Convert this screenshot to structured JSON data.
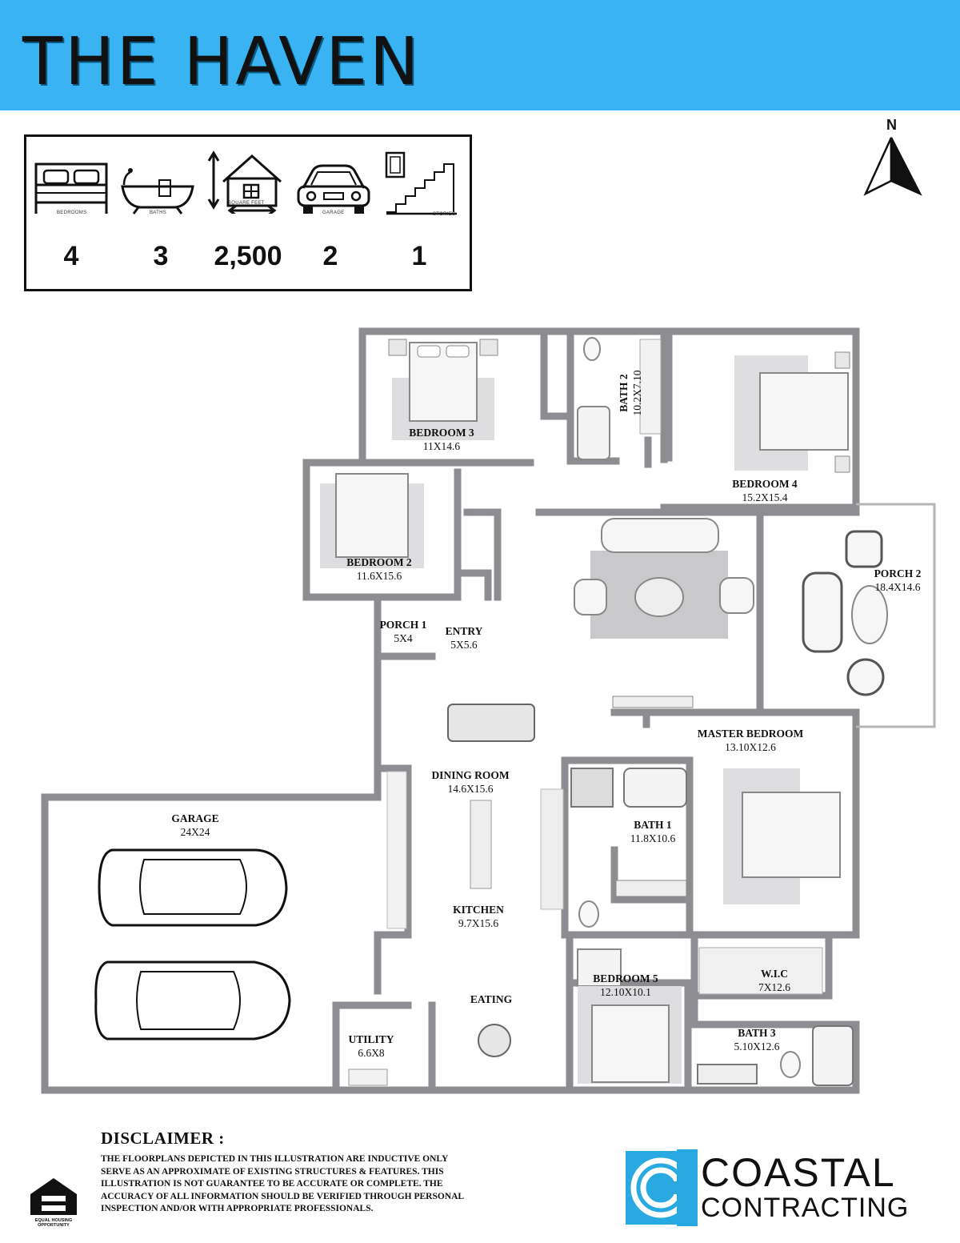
{
  "header": {
    "title": "THE HAVEN"
  },
  "stats": [
    {
      "icon": "bed-icon",
      "caption": "BEDROOMS",
      "value": "4"
    },
    {
      "icon": "bathtub-icon",
      "caption": "BATHS",
      "value": "3"
    },
    {
      "icon": "house-icon",
      "caption": "SQUARE FEET",
      "value": "2,500"
    },
    {
      "icon": "car-icon",
      "caption": "GARAGE",
      "value": "2"
    },
    {
      "icon": "stairs-icon",
      "caption": "STORIES",
      "value": "1"
    }
  ],
  "compass": {
    "label": "N"
  },
  "rooms": [
    {
      "name": "BEDROOM 3",
      "dim": "11X14.6"
    },
    {
      "name": "BATH 2",
      "dim": "10.2X7.10"
    },
    {
      "name": "BEDROOM 4",
      "dim": "15.2X15.4"
    },
    {
      "name": "BEDROOM 2",
      "dim": "11.6X15.6"
    },
    {
      "name": "PORCH 2",
      "dim": "18.4X14.6"
    },
    {
      "name": "PORCH 1",
      "dim": "5X4"
    },
    {
      "name": "ENTRY",
      "dim": "5X5.6"
    },
    {
      "name": "MASTER BEDROOM",
      "dim": "13.10X12.6"
    },
    {
      "name": "DINING ROOM",
      "dim": "14.6X15.6"
    },
    {
      "name": "GARAGE",
      "dim": "24X24"
    },
    {
      "name": "BATH 1",
      "dim": "11.8X10.6"
    },
    {
      "name": "KITCHEN",
      "dim": "9.7X15.6"
    },
    {
      "name": "W.I.C",
      "dim": "7X12.6"
    },
    {
      "name": "BEDROOM 5",
      "dim": "12.10X10.1"
    },
    {
      "name": "EATING",
      "dim": ""
    },
    {
      "name": "BATH 3",
      "dim": "5.10X12.6"
    },
    {
      "name": "UTILITY",
      "dim": "6.6X8"
    }
  ],
  "disclaimer": {
    "heading": "DISCLAIMER :",
    "body": "THE FLOORPLANS DEPICTED IN THIS ILLUSTRATION ARE INDUCTIVE ONLY SERVE AS AN APPROXIMATE OF EXISTING STRUCTURES & FEATURES. THIS ILLUSTRATION IS NOT GUARANTEE TO BE ACCURATE OR COMPLETE. THE ACCURACY OF ALL INFORMATION SHOULD BE VERIFIED THROUGH PERSONAL INSPECTION AND/OR WITH APPROPRIATE PROFESSIONALS."
  },
  "equal_housing": {
    "caption": "EQUAL HOUSING OPPORTUNITY"
  },
  "logo": {
    "line1": "COASTAL",
    "line2": "CONTRACTING"
  },
  "colors": {
    "header": "#39b3f1",
    "wall": "#8c8c91",
    "rug": "#c9c9cb",
    "logo_blue": "#29a9e1"
  }
}
